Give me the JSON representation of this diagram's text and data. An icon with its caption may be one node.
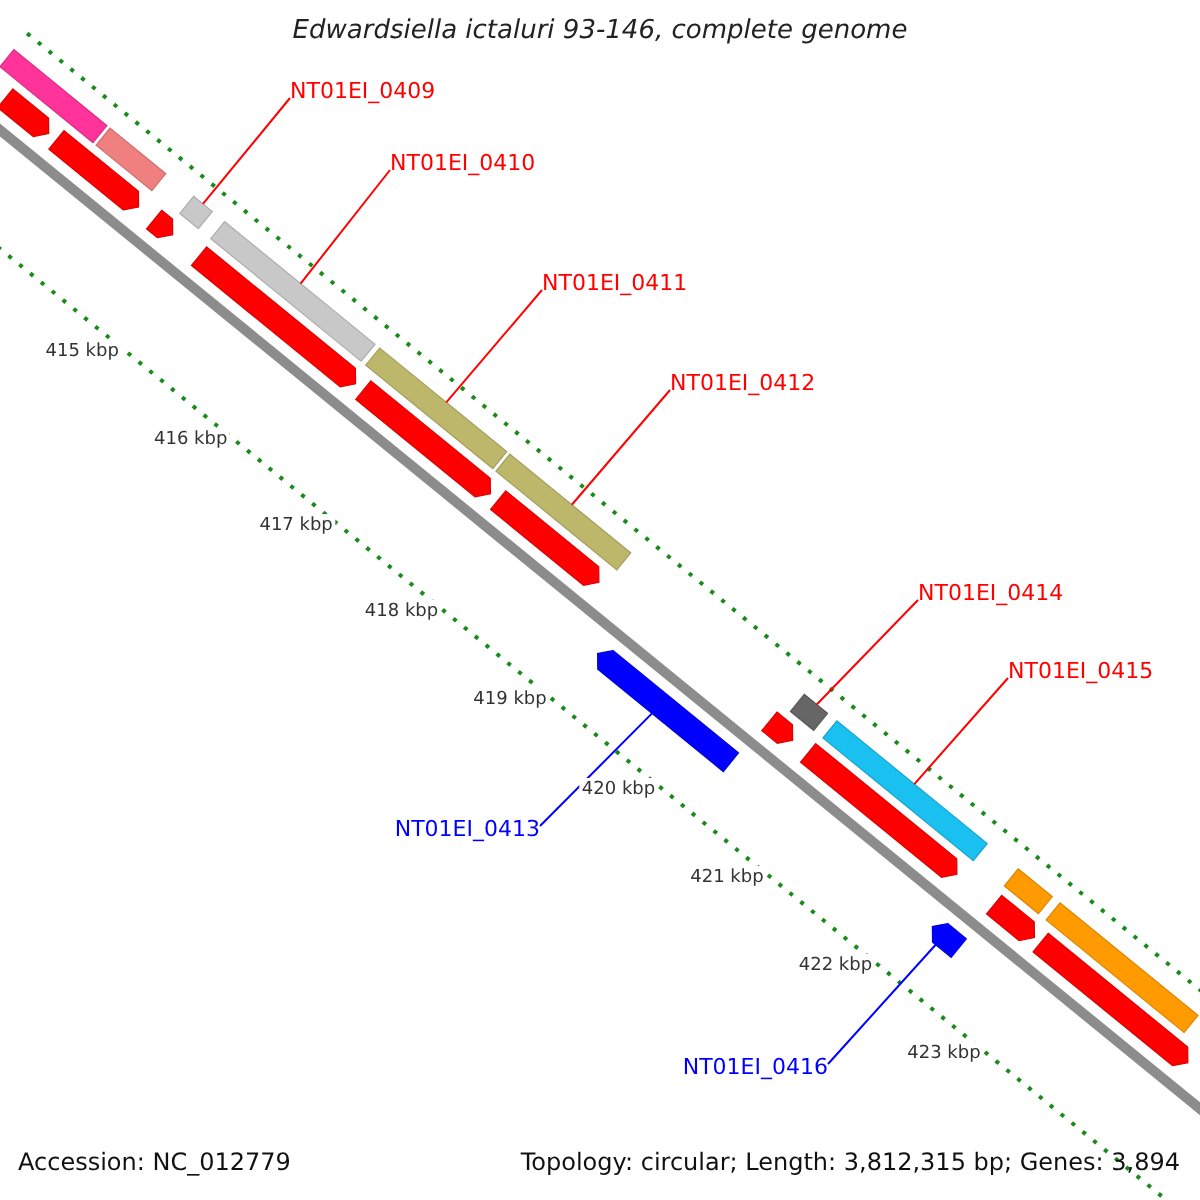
{
  "diagram": {
    "title": "Edwardsiella ictaluri 93-146, complete genome",
    "nodes": [
      {
        "text": [
          "NT01EI_0409"
        ]
      },
      {
        "text": [
          "NT01EI_0410"
        ]
      },
      {
        "text": [
          "NT01EI_0411"
        ]
      },
      {
        "text": [
          "NT01EI_0412"
        ]
      },
      {
        "text": [
          "NT01EI_0413"
        ]
      },
      {
        "text": [
          "NT01EI_0414"
        ]
      },
      {
        "text": [
          "NT01EI_0415"
        ]
      },
      {
        "text": [
          "NT01EI_0416"
        ]
      },
      {
        "text": [],
        "shape": "bar"
      },
      {
        "text": [],
        "shape": "bar"
      },
      {
        "text": [],
        "shape": "bar"
      },
      {
        "text": [],
        "shape": "bar"
      },
      {
        "text": [],
        "shape": "bar"
      },
      {
        "text": [],
        "shape": "bar"
      },
      {
        "text": [],
        "shape": "bar"
      },
      {
        "text": [],
        "shape": "bar"
      },
      {
        "text": [],
        "shape": "bar"
      },
      {
        "text": [],
        "shape": "bar"
      },
      {
        "text": [],
        "shape": "bar"
      },
      {
        "text": [],
        "shape": "bar"
      },
      {
        "text": [],
        "shape": "bar"
      },
      {
        "text": [],
        "shape": "bar"
      },
      {
        "text": [],
        "shape": "bar"
      },
      {
        "text": [],
        "shape": "bar"
      },
      {
        "text": [],
        "shape": "bar"
      },
      {
        "text": [],
        "shape": "bar"
      },
      {
        "text": [],
        "shape": "bar"
      },
      {
        "text": [],
        "shape": "bar"
      },
      {
        "text": [],
        "shape": "bar"
      },
      {
        "text": [],
        "shape": "bar"
      }
    ],
    "edges": [
      {
        "from": 0,
        "to": 13,
        "arrow": "none"
      },
      {
        "from": 1,
        "to": 14,
        "arrow": "none"
      },
      {
        "from": 2,
        "to": 16,
        "arrow": "none"
      },
      {
        "from": 3,
        "to": 18,
        "arrow": "none"
      },
      {
        "from": 4,
        "to": 20,
        "arrow": "none",
        "color": "#0000ff"
      },
      {
        "from": 5,
        "to": 22,
        "arrow": "none"
      },
      {
        "from": 6,
        "to": 24,
        "arrow": "none"
      },
      {
        "from": 7,
        "to": 25,
        "arrow": "none",
        "color": "#0000ff"
      }
    ],
    "labels": [
      "415 kbp",
      "416 kbp",
      "417 kbp",
      "418 kbp",
      "419 kbp",
      "420 kbp",
      "421 kbp",
      "422 kbp",
      "423 kbp",
      "Accession: NC_012779",
      "Topology: circular; Length: 3,812,315 bp; Genes: 3,894"
    ]
  }
}
